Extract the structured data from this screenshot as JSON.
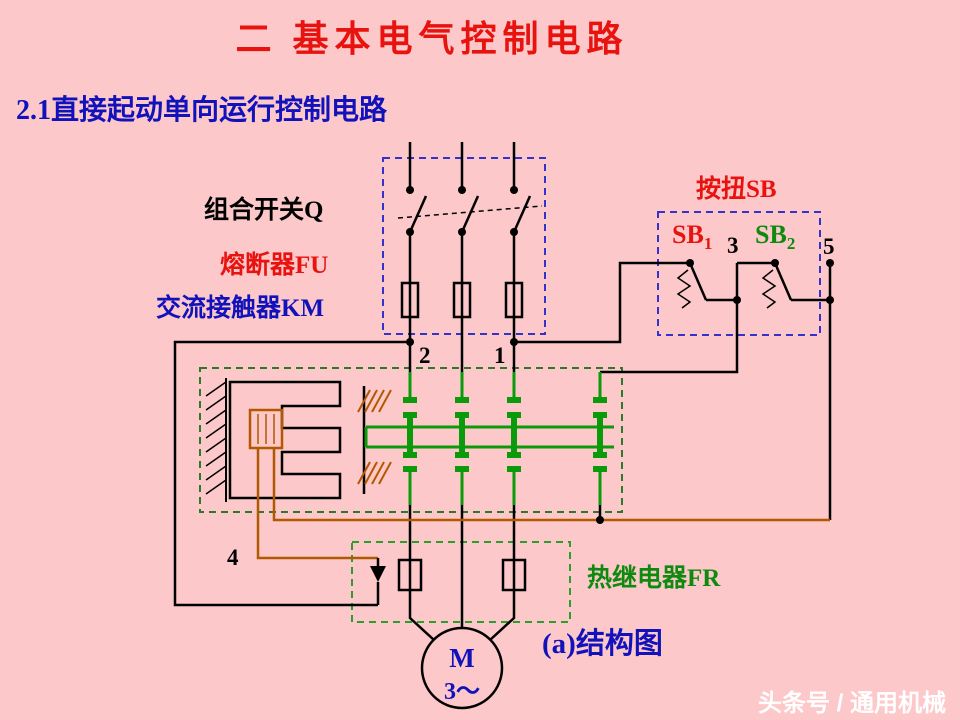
{
  "slide": {
    "title": "二 基本电气控制电路",
    "subtitle": "2.1直接起动单向运行控制电路",
    "caption": "(a)结构图",
    "watermark": "头条号 / 通用机械"
  },
  "labels": {
    "switch_q": "组合开关Q",
    "fuse_fu": "熔断器FU",
    "contactor_km": "交流接触器KM",
    "button_sb": "按扭SB",
    "sb1_text": "SB",
    "sb1_sub": "1",
    "sb2_text": "SB",
    "sb2_sub": "2",
    "thermal_fr": "热继电器FR",
    "motor_letter": "M",
    "motor_phase": "3～",
    "nodes": {
      "n1": "1",
      "n2": "2",
      "n3": "3",
      "n4": "4",
      "n5": "5"
    }
  },
  "colors": {
    "background": "#fcc8ca",
    "title_red": "#e8120f",
    "label_blue": "#1212bb",
    "label_green": "#0f8a0f",
    "wire_black": "#000000",
    "wire_brown": "#b25900",
    "dashed_blue": "#3333cc",
    "watermark_white": "#ffffff"
  }
}
